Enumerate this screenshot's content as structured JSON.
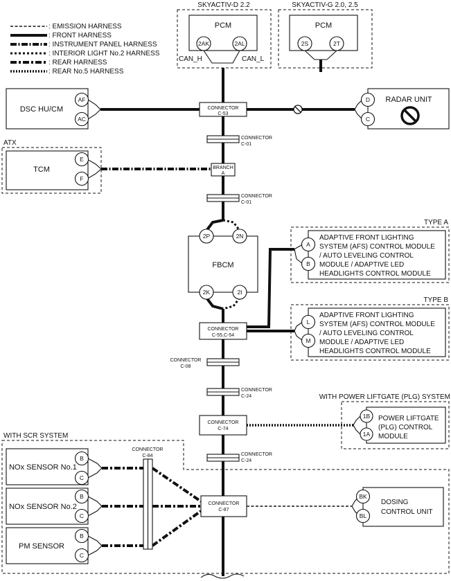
{
  "legend": [
    {
      "style": "emission",
      "label": ": EMISSION HARNESS"
    },
    {
      "style": "front",
      "label": ": FRONT HARNESS"
    },
    {
      "style": "instrument",
      "label": ": INSTRUMENT PANEL HARNESS"
    },
    {
      "style": "interior-light",
      "label": ": INTERIOR LIGHT No.2 HARNESS"
    },
    {
      "style": "rear",
      "label": ": REAR HARNESS"
    },
    {
      "style": "rear5",
      "label": ": REAR No.5 HARNESS"
    }
  ],
  "groups": {
    "skyactiv_d": "SKYACTIV-D 2.2",
    "skyactiv_g": "SKYACTIV-G 2.0, 2.5",
    "atx": "ATX",
    "type_a": "TYPE A",
    "type_b": "TYPE B",
    "plg": "WITH POWER LIFTGATE (PLG) SYSTEM",
    "scr": "WITH SCR SYSTEM"
  },
  "modules": {
    "pcm_d": {
      "name": "PCM",
      "pins": [
        "2AK",
        "2AL"
      ],
      "can_h": "CAN_H",
      "can_l": "CAN_L"
    },
    "pcm_g": {
      "name": "PCM",
      "pins": [
        "2S",
        "2T"
      ]
    },
    "dsc": {
      "name": "DSC HU/CM",
      "pins": [
        "AF",
        "AC"
      ]
    },
    "radar": {
      "name": "RADAR UNIT",
      "pins": [
        "D",
        "C"
      ]
    },
    "tcm": {
      "name": "TCM",
      "pins": [
        "E",
        "F"
      ]
    },
    "fbcm": {
      "name": "FBCM",
      "pins": [
        "2P",
        "2N",
        "2K",
        "2I"
      ]
    },
    "afs_a": {
      "lines": [
        "ADAPTIVE FRONT LIGHTING",
        "SYSTEM (AFS) CONTROL MODULE",
        "/ AUTO LEVELING CONTROL",
        "MODULE / ADAPTIVE LED",
        "HEADLIGHTS CONTROL MODULE"
      ],
      "pins": [
        "A",
        "B"
      ]
    },
    "afs_b": {
      "lines": [
        "ADAPTIVE FRONT LIGHTING",
        "SYSTEM (AFS) CONTROL MODULE",
        "/ AUTO LEVELING CONTROL",
        "MODULE / ADAPTIVE LED",
        "HEADLIGHTS CONTROL MODULE"
      ],
      "pins": [
        "L",
        "M"
      ]
    },
    "plg": {
      "lines": [
        "POWER LIFTGATE",
        "(PLG) CONTROL",
        "MODULE"
      ],
      "pins": [
        "1B",
        "1A"
      ]
    },
    "nox1": {
      "name": "NOx SENSOR No.1",
      "pins": [
        "B",
        "C"
      ]
    },
    "nox2": {
      "name": "NOx SENSOR No.2",
      "pins": [
        "B",
        "C"
      ]
    },
    "pm": {
      "name": "PM SENSOR",
      "pins": [
        "B",
        "C"
      ]
    },
    "dosing": {
      "lines": [
        "DOSING",
        "CONTROL UNIT"
      ],
      "pins": [
        "BK",
        "BL"
      ]
    }
  },
  "connectors": {
    "c53": {
      "word": "CONNECTOR",
      "id": "C-53"
    },
    "c01a": {
      "word": "CONNECTOR",
      "id": "C-01"
    },
    "branch": {
      "word": "BRANCH",
      "id": "A"
    },
    "c01b": {
      "word": "CONNECTOR",
      "id": "C-01"
    },
    "c5554": {
      "word": "CONNECTOR",
      "id": "C-55,C-54"
    },
    "c08": {
      "word": "CONNECTOR",
      "id": "C-08"
    },
    "c24a": {
      "word": "CONNECTOR",
      "id": "C-24"
    },
    "c74": {
      "word": "CONNECTOR",
      "id": "C-74"
    },
    "c24b": {
      "word": "CONNECTOR",
      "id": "C-24"
    },
    "c84": {
      "word": "CONNECTOR",
      "id": "C-84"
    },
    "c87": {
      "word": "CONNECTOR",
      "id": "C-87"
    }
  }
}
